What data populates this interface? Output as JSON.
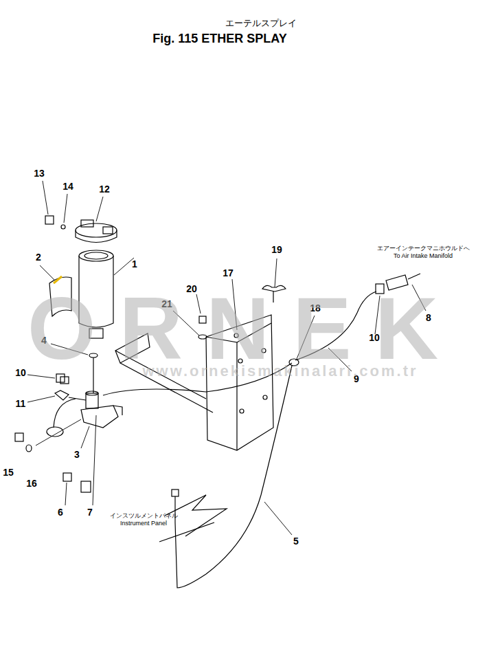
{
  "diagram": {
    "title": "Fig. 115 ETHER SPLAY",
    "labels": [
      "エーテルスプレイ",
      "13",
      "14",
      "12",
      "2",
      "1",
      "4",
      "10",
      "11",
      "3",
      "15",
      "16",
      "6",
      "7",
      "20",
      "21",
      "17",
      "19",
      "18",
      "9",
      "10",
      "8",
      "5",
      "エアーインテークマニホウルドへ",
      "To Air Intake Manifold",
      "インスツルメントパネル",
      "Instrument Panel",
      "ORNEK",
      "www.ornekismakinalari.com.tr"
    ]
  }
}
